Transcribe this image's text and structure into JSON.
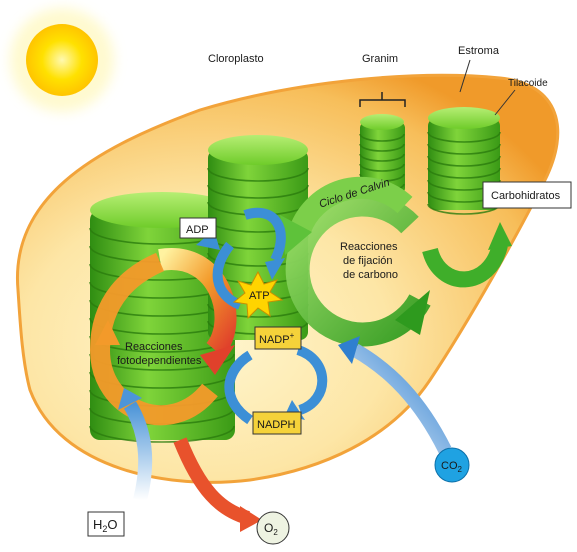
{
  "labels": {
    "chloroplast": "Cloroplasto",
    "granum": "Granim",
    "stroma": "Estroma",
    "thylakoid": "Tilacoide",
    "carbohydrates": "Carbohidratos",
    "calvin_cycle": "Ciclo de Calvin",
    "carbon_fixation_line1": "Reacciones",
    "carbon_fixation_line2": "de fijación",
    "carbon_fixation_line3": "de carbono",
    "light_reactions_line1": "Reacciones",
    "light_reactions_line2": "fotodependientes",
    "adp": "ADP",
    "atp": "ATP",
    "nadp": "NADP",
    "nadp_sup": "+",
    "nadph": "NADPH",
    "water_h": "H",
    "water_sub": "2",
    "water_o": "O",
    "co2_c": "CO",
    "co2_sub": "2",
    "o2_o": "O",
    "o2_sub": "2"
  },
  "colors": {
    "chloroplast_fill": "#f6b24a",
    "chloroplast_light": "#fde9b0",
    "grana_green": "#5cbf1e",
    "grana_dark": "#2f8d12",
    "calvin_green": "#3fae2a",
    "light_cycle_orange": "#f0752a",
    "blue_arrow": "#3c8fd6",
    "sun": "#ffe100",
    "co2_circle": "#1fa2e2",
    "atp_star": "#ffd400",
    "label_box_yellow": "#f5d23a"
  }
}
